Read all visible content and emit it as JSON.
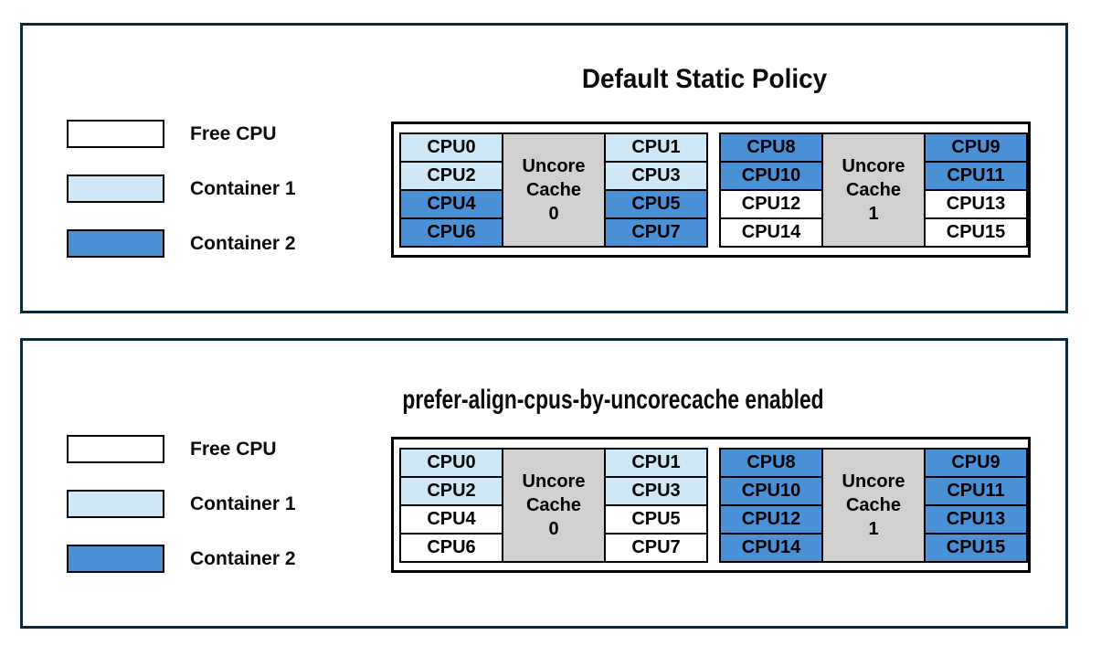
{
  "colors": {
    "free": "#ffffff",
    "container1": "#cfe8f7",
    "container2": "#4a90d6",
    "uncore_cache_bg": "#d2d0ce",
    "panel_border": "#0e2a39",
    "cell_border": "#000000"
  },
  "legend": {
    "items": [
      {
        "label": "Free CPU",
        "state": "free"
      },
      {
        "label": "Container 1",
        "state": "container1"
      },
      {
        "label": "Container 2",
        "state": "container2"
      }
    ]
  },
  "panels": [
    {
      "title": "Default Static Policy",
      "groups": [
        {
          "cache_lines": [
            "Uncore",
            "Cache",
            "0"
          ],
          "left": [
            {
              "cpu": "CPU0",
              "state": "container1"
            },
            {
              "cpu": "CPU2",
              "state": "container1"
            },
            {
              "cpu": "CPU4",
              "state": "container2"
            },
            {
              "cpu": "CPU6",
              "state": "container2"
            }
          ],
          "right": [
            {
              "cpu": "CPU1",
              "state": "container1"
            },
            {
              "cpu": "CPU3",
              "state": "container1"
            },
            {
              "cpu": "CPU5",
              "state": "container2"
            },
            {
              "cpu": "CPU7",
              "state": "container2"
            }
          ]
        },
        {
          "cache_lines": [
            "Uncore",
            "Cache",
            "1"
          ],
          "left": [
            {
              "cpu": "CPU8",
              "state": "container2"
            },
            {
              "cpu": "CPU10",
              "state": "container2"
            },
            {
              "cpu": "CPU12",
              "state": "free"
            },
            {
              "cpu": "CPU14",
              "state": "free"
            }
          ],
          "right": [
            {
              "cpu": "CPU9",
              "state": "container2"
            },
            {
              "cpu": "CPU11",
              "state": "container2"
            },
            {
              "cpu": "CPU13",
              "state": "free"
            },
            {
              "cpu": "CPU15",
              "state": "free"
            }
          ]
        }
      ]
    },
    {
      "title": "prefer-align-cpus-by-uncorecache enabled",
      "groups": [
        {
          "cache_lines": [
            "Uncore",
            "Cache",
            "0"
          ],
          "left": [
            {
              "cpu": "CPU0",
              "state": "container1"
            },
            {
              "cpu": "CPU2",
              "state": "container1"
            },
            {
              "cpu": "CPU4",
              "state": "free"
            },
            {
              "cpu": "CPU6",
              "state": "free"
            }
          ],
          "right": [
            {
              "cpu": "CPU1",
              "state": "container1"
            },
            {
              "cpu": "CPU3",
              "state": "container1"
            },
            {
              "cpu": "CPU5",
              "state": "free"
            },
            {
              "cpu": "CPU7",
              "state": "free"
            }
          ]
        },
        {
          "cache_lines": [
            "Uncore",
            "Cache",
            "1"
          ],
          "left": [
            {
              "cpu": "CPU8",
              "state": "container2"
            },
            {
              "cpu": "CPU10",
              "state": "container2"
            },
            {
              "cpu": "CPU12",
              "state": "container2"
            },
            {
              "cpu": "CPU14",
              "state": "container2"
            }
          ],
          "right": [
            {
              "cpu": "CPU9",
              "state": "container2"
            },
            {
              "cpu": "CPU11",
              "state": "container2"
            },
            {
              "cpu": "CPU13",
              "state": "container2"
            },
            {
              "cpu": "CPU15",
              "state": "container2"
            }
          ]
        }
      ]
    }
  ]
}
